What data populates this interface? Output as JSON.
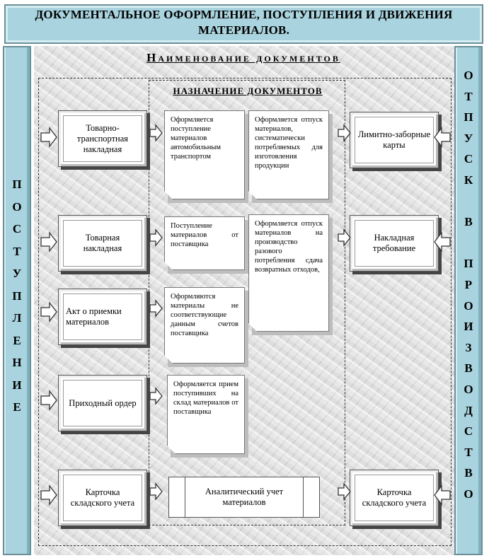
{
  "title": "ДОКУМЕНТАЛЬНОЕ ОФОРМЛЕНИЕ, ПОСТУПЛЕНИЯ И ДВИЖЕНИЯ МАТЕРИАЛОВ.",
  "left_vertical": [
    "П",
    "О",
    "С",
    "Т",
    "У",
    "П",
    "Л",
    "Е",
    "Н",
    "И",
    "Е"
  ],
  "right_vertical": [
    "О",
    "Т",
    "П",
    "У",
    "С",
    "К",
    "",
    "В",
    "",
    "П",
    "Р",
    "О",
    "И",
    "З",
    "В",
    "О",
    "Д",
    "С",
    "Т",
    "В",
    "О"
  ],
  "header_documents": "Наименование документов",
  "header_purpose": "НАЗНАЧЕНИЕ ДОКУМЕНТОВ",
  "left_docs": [
    "Товарно-транспортная накладная",
    "Товарная накладная",
    "Акт о приемки материалов",
    "Приходный ордер",
    "Карточка складского учета"
  ],
  "right_docs": [
    "Лимитно-заборные карты",
    "Накладная требование",
    "Карточка складского учета"
  ],
  "notes_left": [
    "Оформляется поступление материалов автомобильным транспортом",
    "Поступление материалов от поставщика",
    "Оформляются материалы не соответствующие данным счетов поставщика",
    "Оформляется прием поступивших на склад материалов от поставщика"
  ],
  "notes_right": [
    "Оформляется отпуск материалов, систематически потребляемых для изготовления продукции",
    "Оформляется отпуск материалов на производство разового потребления сдача возвратных отходов,"
  ],
  "analytic": "Аналитический учет материалов"
}
